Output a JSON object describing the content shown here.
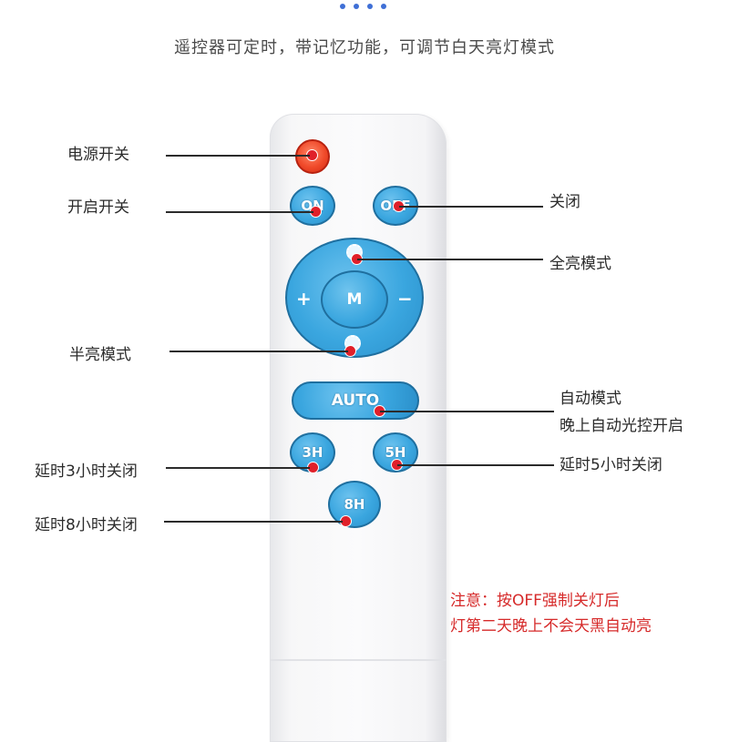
{
  "headline": "遥控器可定时，带记忆功能，可调节白天亮灯模式",
  "buttons": {
    "on": "ON",
    "off": "OFF",
    "mode": "M",
    "plus": "+",
    "minus": "−",
    "auto": "AUTO",
    "h3": "3H",
    "h5": "5H",
    "h8": "8H"
  },
  "labels": {
    "power": "电源开关",
    "on": "开启开关",
    "off": "关闭",
    "full_bright": "全亮模式",
    "half_bright": "半亮模式",
    "auto_line1": "自动模式",
    "auto_line2": "晚上自动光控开启",
    "delay3": "延时3小时关闭",
    "delay5": "延时5小时关闭",
    "delay8": "延时8小时关闭"
  },
  "note": {
    "line1": "注意：按OFF强制关灯后",
    "line2": "灯第二天晚上不会天黑自动亮"
  },
  "colors": {
    "button_blue": "#3aa6df",
    "power_red": "#f04a2a",
    "note_red": "#d62a2a",
    "indicator_dot": "#e0202a"
  }
}
